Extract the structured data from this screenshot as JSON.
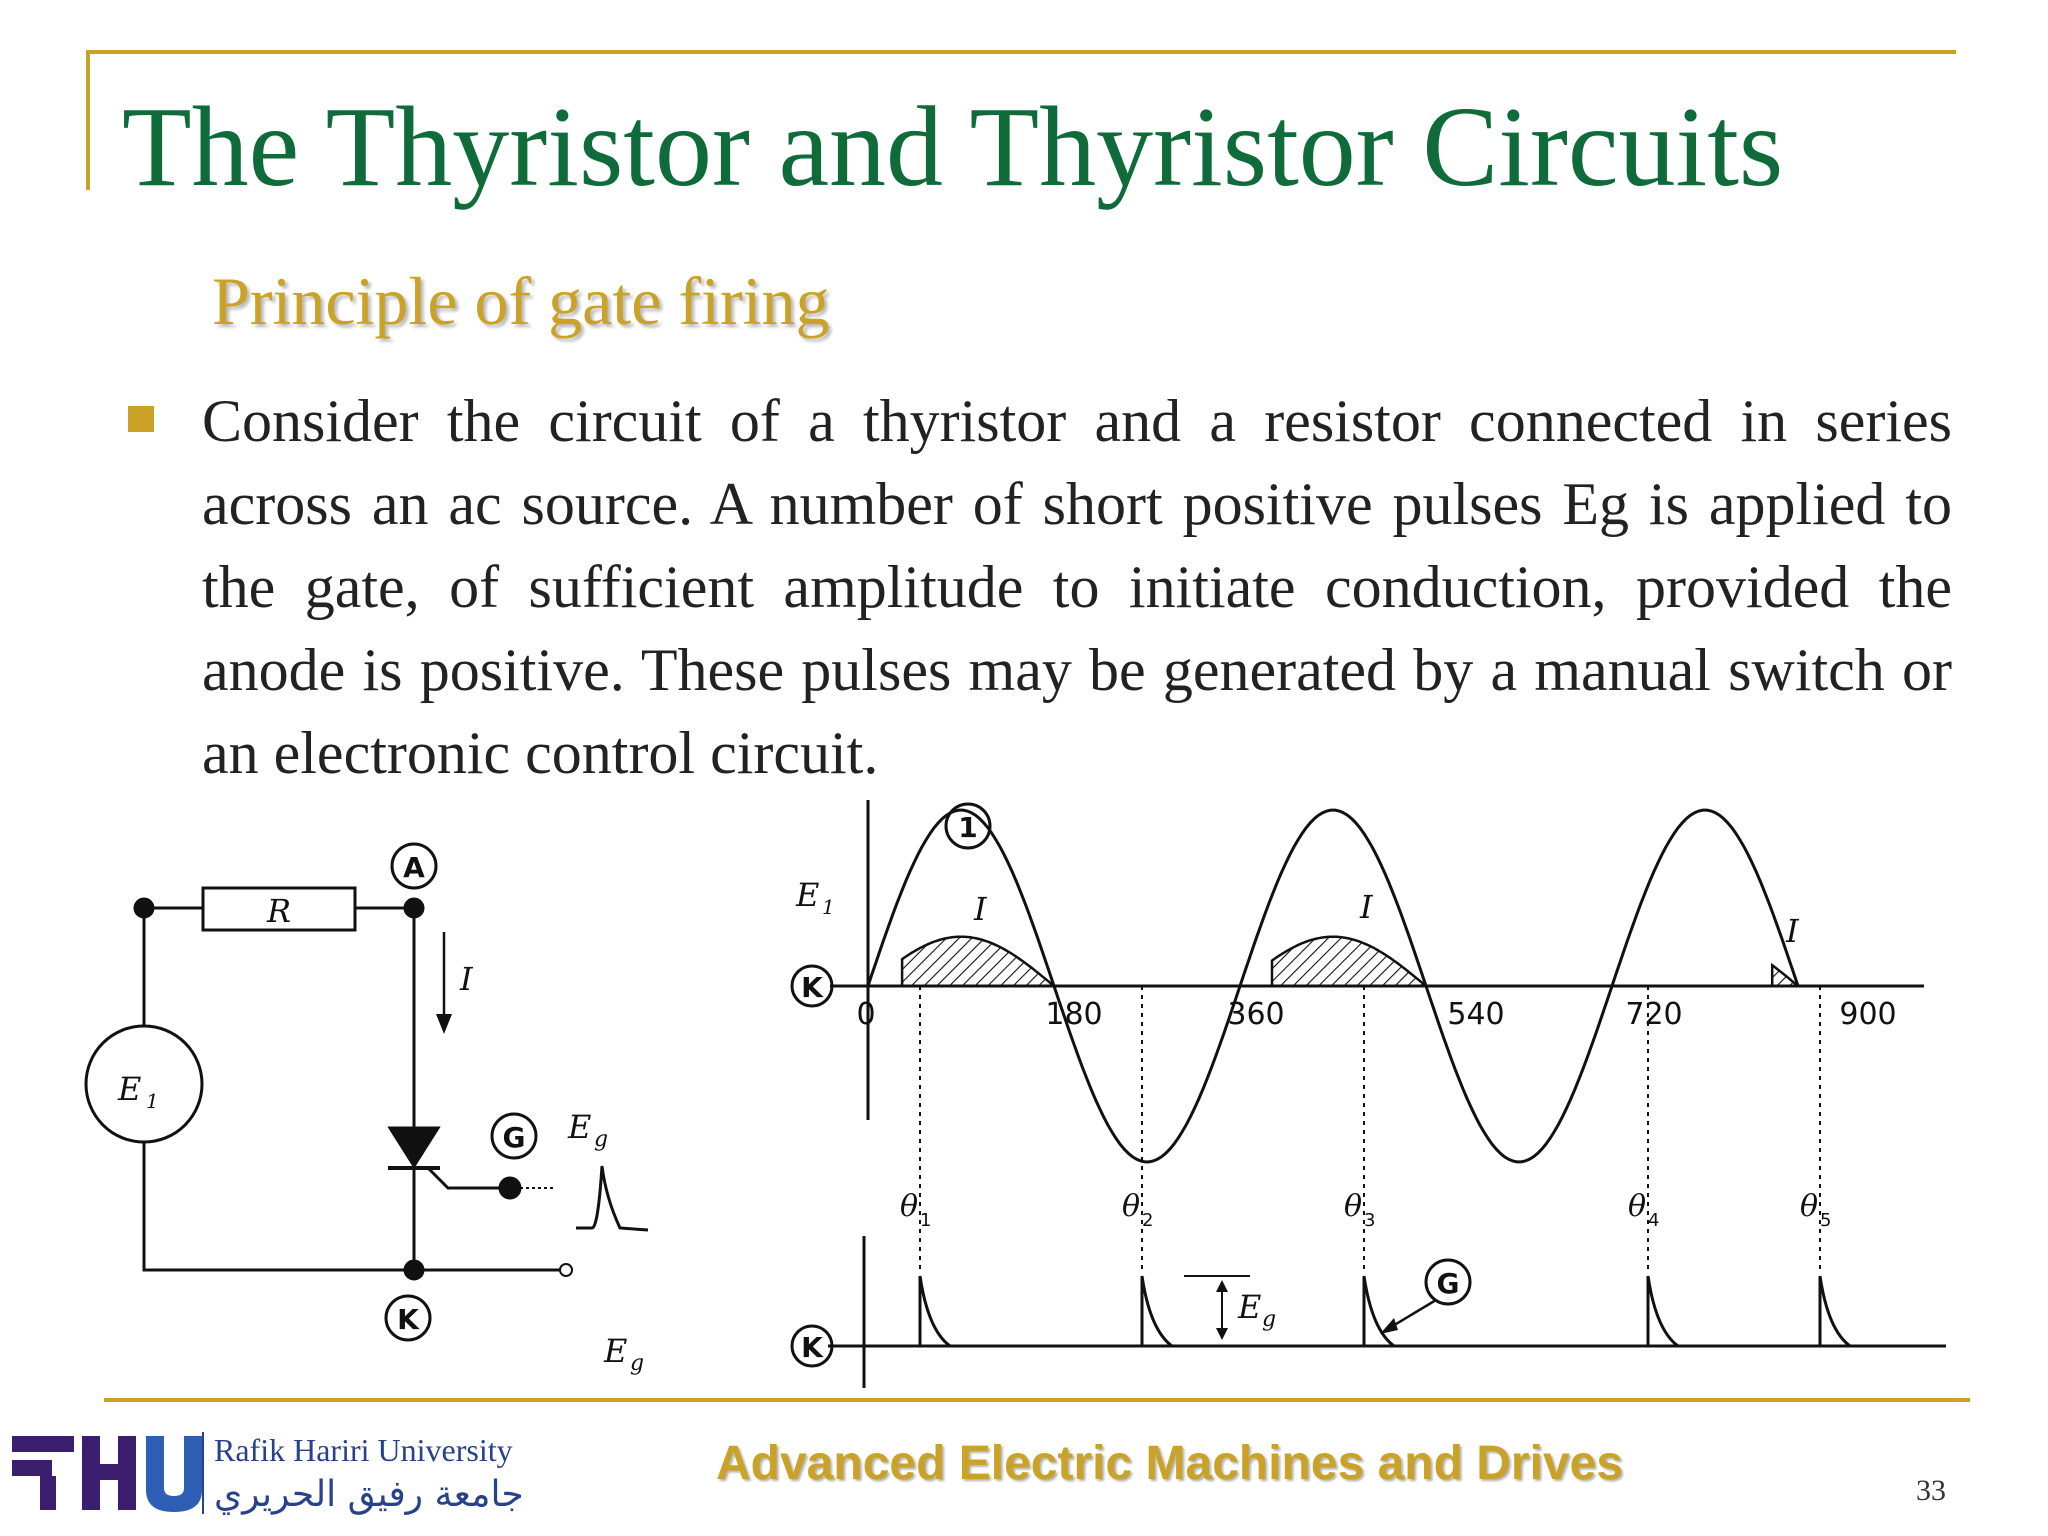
{
  "slide": {
    "title": "The Thyristor and Thyristor Circuits",
    "subtitle": "Principle of gate firing",
    "body": "Consider the circuit of a thyristor and a resistor connected in series across an ac source. A number of short positive pulses Eg is applied to the gate, of sufficient amplitude to initiate conduction, provided the anode is positive. These pulses may be generated by a manual switch or an electronic control circuit."
  },
  "circuit": {
    "resistor": "R",
    "source": "E",
    "source_sub": "1",
    "node_anode": "A",
    "node_gate": "G",
    "node_cathode": "K",
    "current": "I",
    "gate_pulse": "E",
    "gate_pulse_sub": "g",
    "output_label": "E",
    "output_label_sub": "g"
  },
  "waveform": {
    "source_voltage": "E",
    "source_voltage_sub": "1",
    "curve_marker": "1",
    "cathode": "K",
    "current": "I",
    "degree_ticks": [
      "0",
      "180",
      "360",
      "540",
      "720",
      "900"
    ],
    "firing_angles": [
      {
        "symbol": "θ",
        "sub": "1"
      },
      {
        "symbol": "θ",
        "sub": "2"
      },
      {
        "symbol": "θ",
        "sub": "3"
      },
      {
        "symbol": "θ",
        "sub": "4"
      },
      {
        "symbol": "θ",
        "sub": "5"
      }
    ],
    "gate_marker": "G",
    "pulse_amplitude": "E",
    "pulse_amplitude_sub": "g",
    "pulse_cathode": "K"
  },
  "footer": {
    "logo_text": "RHU",
    "university_en": "Rafik Hariri University",
    "university_ar": "جامعة رفيق الحريري",
    "course": "Advanced Electric Machines and Drives",
    "page_number": "33"
  },
  "colors": {
    "title": "#0f6b3a",
    "accent": "#c9a227",
    "logo_purple": "#3b1f6e",
    "logo_blue": "#2f5fb5",
    "university": "#27418a"
  }
}
